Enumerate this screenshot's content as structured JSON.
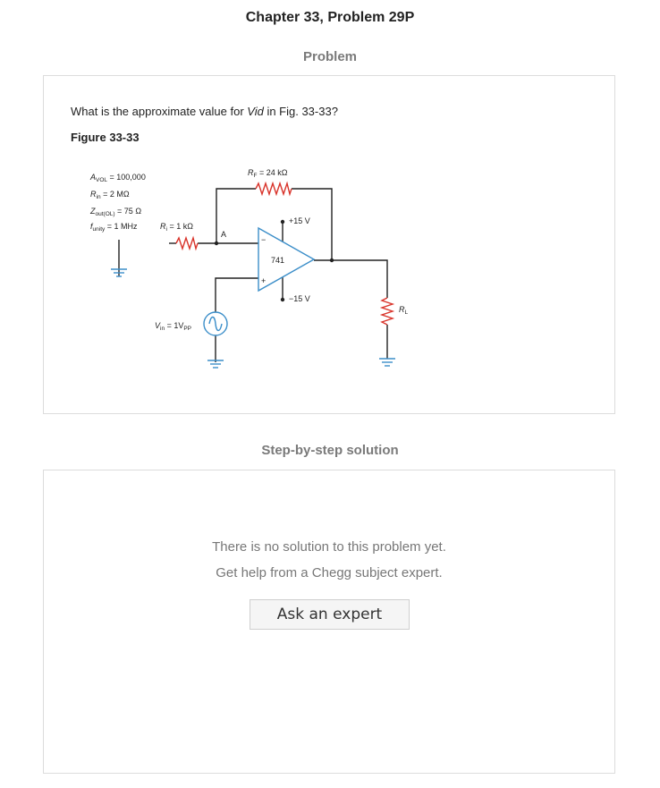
{
  "header": {
    "title": "Chapter 33, Problem 29P"
  },
  "problem": {
    "heading": "Problem",
    "question_prefix": "What is the approximate value for ",
    "question_var": "Vid",
    "question_suffix": " in Fig. 33-33?",
    "figure_label": "Figure 33-33"
  },
  "circuit": {
    "specs": {
      "avol": {
        "sym": "A",
        "sub": "VOL",
        "val": " = 100,000"
      },
      "rin": {
        "sym": "R",
        "sub": "in",
        "val": " = 2 MΩ"
      },
      "zout": {
        "sym": "Z",
        "sub": "out(OL)",
        "val": " = 75 Ω"
      },
      "funity": {
        "sym": "f",
        "sub": "unity",
        "val": " = 1 MHz"
      }
    },
    "ri": {
      "sym": "R",
      "sub": "i",
      "val": " = 1 kΩ"
    },
    "rf": {
      "sym": "R",
      "sub": "F",
      "val": " = 24 kΩ"
    },
    "node_a": "A",
    "vplus": "+15 V",
    "vminus": "−15 V",
    "opamp": "741",
    "minus_sign": "−",
    "plus_sign": "+",
    "rl": {
      "sym": "R",
      "sub": "L"
    },
    "vin": {
      "sym": "V",
      "sub": "in",
      "val": " = 1V",
      "sub2": "PP"
    }
  },
  "solution": {
    "heading": "Step-by-step solution",
    "no_solution_line1": "There is no solution to this problem yet.",
    "no_solution_line2": "Get help from a Chegg subject expert.",
    "ask_button": "Ask an expert"
  }
}
